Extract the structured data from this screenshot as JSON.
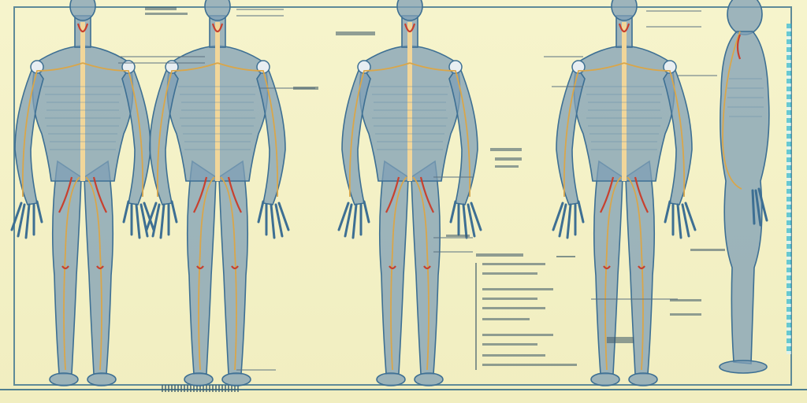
{
  "plate": {
    "colors": {
      "paper": "#f4f1c6",
      "body_fill": "#7f9fb6",
      "body_stroke": "#3d6f93",
      "nerve": "#d9a64a",
      "artery": "#c8402e",
      "leader": "#5a7180",
      "label_ink": "#3e5968",
      "frame": "#5e8a98"
    }
  },
  "figures": [
    {
      "id": "figure-1-front",
      "view": "anterior"
    },
    {
      "id": "figure-2-back",
      "view": "posterior"
    },
    {
      "id": "figure-3-front",
      "view": "anterior"
    },
    {
      "id": "figure-4-front",
      "view": "anterior"
    },
    {
      "id": "figure-5-side",
      "view": "lateral"
    }
  ]
}
